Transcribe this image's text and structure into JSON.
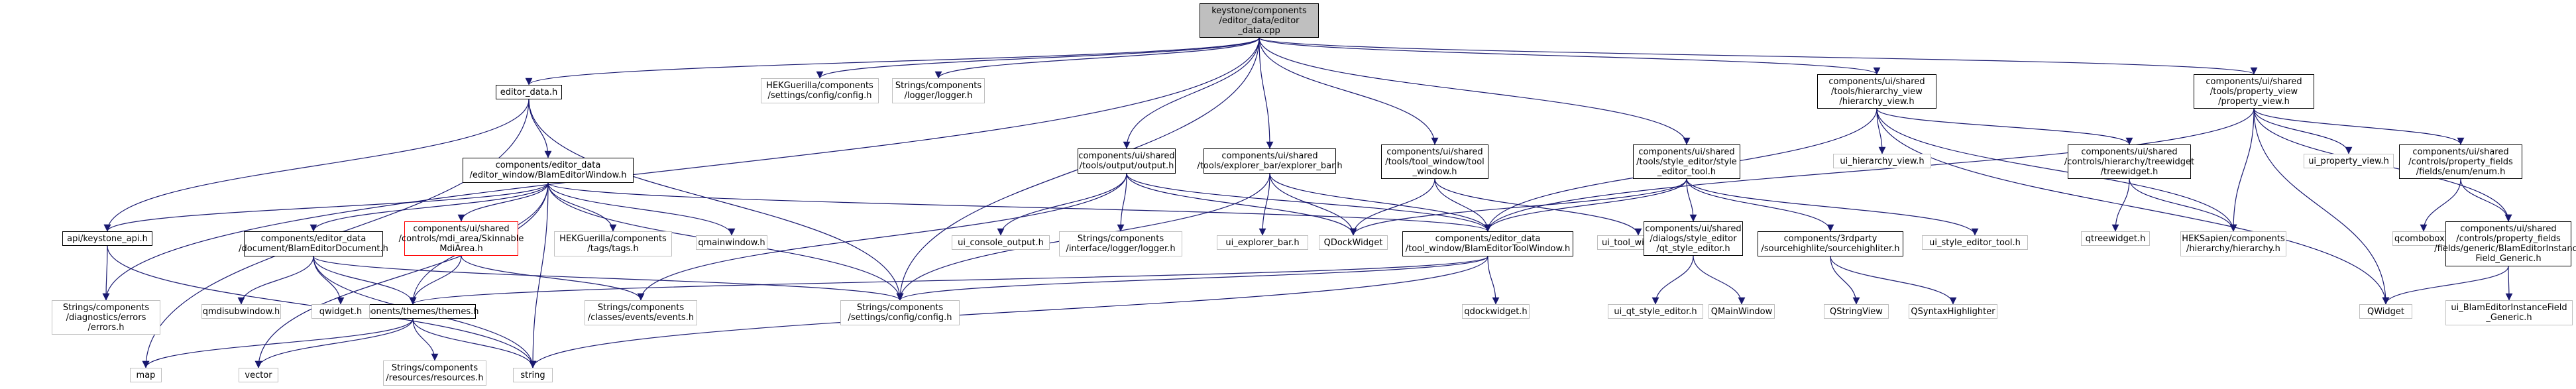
{
  "diagram": {
    "nodes": [
      {
        "id": "root",
        "style": "root",
        "lines": [
          "keystone/components",
          "/editor_data/editor",
          "_data.cpp"
        ]
      },
      {
        "id": "editor_data_h",
        "style": "normal",
        "lines": [
          "editor_data.h"
        ]
      },
      {
        "id": "hek_config",
        "style": "gray",
        "lines": [
          "HEKGuerilla/components",
          "/settings/config/config.h"
        ]
      },
      {
        "id": "str_logger",
        "style": "gray",
        "lines": [
          "Strings/components",
          "/logger/logger.h"
        ]
      },
      {
        "id": "output_h",
        "style": "normal",
        "lines": [
          "components/ui/shared",
          "/tools/output/output.h"
        ]
      },
      {
        "id": "explorer_h",
        "style": "normal",
        "lines": [
          "components/ui/shared",
          "/tools/explorer_bar/explorer_bar.h"
        ]
      },
      {
        "id": "toolwin_h",
        "style": "normal",
        "lines": [
          "components/ui/shared",
          "/tools/tool_window/tool",
          "_window.h"
        ]
      },
      {
        "id": "style_editor_h",
        "style": "normal",
        "lines": [
          "components/ui/shared",
          "/tools/style_editor/style",
          "_editor_tool.h"
        ]
      },
      {
        "id": "hierarchy_view_h",
        "style": "normal",
        "lines": [
          "components/ui/shared",
          "/tools/hierarchy_view",
          "/hierarchy_view.h"
        ]
      },
      {
        "id": "property_view_h",
        "style": "normal",
        "lines": [
          "components/ui/shared",
          "/tools/property_view",
          "/property_view.h"
        ]
      },
      {
        "id": "blam_editor_window",
        "style": "normal",
        "lines": [
          "components/editor_data",
          "/editor_window/BlamEditorWindow.h"
        ]
      },
      {
        "id": "api",
        "style": "normal",
        "lines": [
          "api/keystone_api.h"
        ]
      },
      {
        "id": "errors",
        "style": "gray",
        "lines": [
          "Strings/components",
          "/diagnostics/errors",
          "/errors.h"
        ]
      },
      {
        "id": "blam_editor_doc",
        "style": "normal",
        "lines": [
          "components/editor_data",
          "/document/BlamEditorDocument.h"
        ]
      },
      {
        "id": "mdi_area",
        "style": "red",
        "lines": [
          "components/ui/shared",
          "/controls/mdi_area/Skinnable",
          "MdiArea.h"
        ]
      },
      {
        "id": "hek_tags",
        "style": "gray",
        "lines": [
          "HEKGuerilla/components",
          "/tags/tags.h"
        ]
      },
      {
        "id": "qmainwindow",
        "style": "gray",
        "lines": [
          "qmainwindow.h"
        ]
      },
      {
        "id": "ui_console",
        "style": "gray",
        "lines": [
          "ui_console_output.h"
        ]
      },
      {
        "id": "iface_logger",
        "style": "gray",
        "lines": [
          "Strings/components",
          "/interface/logger/logger.h"
        ]
      },
      {
        "id": "ui_explorer",
        "style": "gray",
        "lines": [
          "ui_explorer_bar.h"
        ]
      },
      {
        "id": "qdockwidget",
        "style": "gray",
        "lines": [
          "QDockWidget"
        ]
      },
      {
        "id": "blam_tool_window",
        "style": "normal",
        "lines": [
          "components/editor_data",
          "/tool_window/BlamEditorToolWindow.h"
        ]
      },
      {
        "id": "ui_tool_window",
        "style": "gray",
        "lines": [
          "ui_tool_window.h"
        ]
      },
      {
        "id": "qt_style_editor",
        "style": "normal",
        "lines": [
          "components/ui/shared",
          "/dialogs/style_editor",
          "/qt_style_editor.h"
        ]
      },
      {
        "id": "sourcehighlite",
        "style": "normal",
        "lines": [
          "components/3rdparty",
          "/sourcehighlite/sourcehighliter.h"
        ]
      },
      {
        "id": "ui_style_editor",
        "style": "gray",
        "lines": [
          "ui_style_editor_tool.h"
        ]
      },
      {
        "id": "ui_hierarchy",
        "style": "gray",
        "lines": [
          "ui_hierarchy_view.h"
        ]
      },
      {
        "id": "treewidget",
        "style": "normal",
        "lines": [
          "components/ui/shared",
          "/controls/hierarchy/treewidget",
          "/treewidget.h"
        ]
      },
      {
        "id": "qtreewidget",
        "style": "gray",
        "lines": [
          "qtreewidget.h"
        ]
      },
      {
        "id": "hek_hierarchy",
        "style": "gray",
        "lines": [
          "HEKSapien/components",
          "/hierarchy/hierarchy.h"
        ]
      },
      {
        "id": "ui_property",
        "style": "gray",
        "lines": [
          "ui_property_view.h"
        ]
      },
      {
        "id": "enum_h",
        "style": "normal",
        "lines": [
          "components/ui/shared",
          "/controls/property_fields",
          "/fields/enum/enum.h"
        ]
      },
      {
        "id": "qcombobox",
        "style": "gray",
        "lines": [
          "qcombobox.h"
        ]
      },
      {
        "id": "blam_instance_field",
        "style": "normal",
        "lines": [
          "components/ui/shared",
          "/controls/property_fields",
          "/fields/generic/BlamEditorInstance",
          "Field_Generic.h"
        ]
      },
      {
        "id": "qwidget_q",
        "style": "gray",
        "lines": [
          "QWidget"
        ]
      },
      {
        "id": "ui_blam_instance",
        "style": "gray",
        "lines": [
          "ui_BlamEditorInstanceField",
          "_Generic.h"
        ]
      },
      {
        "id": "themes",
        "style": "normal",
        "lines": [
          "components/themes/themes.h"
        ]
      },
      {
        "id": "qmdisubwindow",
        "style": "gray",
        "lines": [
          "qmdisubwindow.h"
        ]
      },
      {
        "id": "qwidget_h",
        "style": "gray",
        "lines": [
          "qwidget.h"
        ]
      },
      {
        "id": "events",
        "style": "gray",
        "lines": [
          "Strings/components",
          "/classes/events/events.h"
        ]
      },
      {
        "id": "str_config",
        "style": "gray",
        "lines": [
          "Strings/components",
          "/settings/config/config.h"
        ]
      },
      {
        "id": "qdockwidget_h",
        "style": "gray",
        "lines": [
          "qdockwidget.h"
        ]
      },
      {
        "id": "ui_qt_style",
        "style": "gray",
        "lines": [
          "ui_qt_style_editor.h"
        ]
      },
      {
        "id": "qmainwindow_q",
        "style": "gray",
        "lines": [
          "QMainWindow"
        ]
      },
      {
        "id": "qstringview",
        "style": "gray",
        "lines": [
          "QStringView"
        ]
      },
      {
        "id": "qsyntax",
        "style": "gray",
        "lines": [
          "QSyntaxHighlighter"
        ]
      },
      {
        "id": "map",
        "style": "gray",
        "lines": [
          "map"
        ]
      },
      {
        "id": "vector",
        "style": "gray",
        "lines": [
          "vector"
        ]
      },
      {
        "id": "resources",
        "style": "gray",
        "lines": [
          "Strings/components",
          "/resources/resources.h"
        ]
      },
      {
        "id": "string",
        "style": "gray",
        "lines": [
          "string"
        ]
      }
    ],
    "edges": [
      [
        "root",
        "editor_data_h"
      ],
      [
        "root",
        "hek_config"
      ],
      [
        "root",
        "str_logger"
      ],
      [
        "root",
        "output_h"
      ],
      [
        "root",
        "explorer_h"
      ],
      [
        "root",
        "toolwin_h"
      ],
      [
        "root",
        "style_editor_h"
      ],
      [
        "root",
        "hierarchy_view_h"
      ],
      [
        "root",
        "property_view_h"
      ],
      [
        "root",
        "str_config"
      ],
      [
        "root",
        "errors"
      ],
      [
        "editor_data_h",
        "blam_editor_window"
      ],
      [
        "editor_data_h",
        "api"
      ],
      [
        "editor_data_h",
        "str_config"
      ],
      [
        "editor_data_h",
        "map"
      ],
      [
        "blam_editor_window",
        "api"
      ],
      [
        "blam_editor_window",
        "blam_editor_doc"
      ],
      [
        "blam_editor_window",
        "mdi_area"
      ],
      [
        "blam_editor_window",
        "hek_tags"
      ],
      [
        "blam_editor_window",
        "qmainwindow"
      ],
      [
        "blam_editor_window",
        "themes"
      ],
      [
        "blam_editor_window",
        "blam_tool_window"
      ],
      [
        "blam_editor_window",
        "str_config"
      ],
      [
        "blam_editor_window",
        "vector"
      ],
      [
        "blam_editor_window",
        "string"
      ],
      [
        "api",
        "errors"
      ],
      [
        "api",
        "string"
      ],
      [
        "blam_editor_doc",
        "qmdisubwindow"
      ],
      [
        "blam_editor_doc",
        "qwidget_h"
      ],
      [
        "blam_editor_doc",
        "themes"
      ],
      [
        "blam_editor_doc",
        "str_config"
      ],
      [
        "blam_editor_doc",
        "string"
      ],
      [
        "mdi_area",
        "events"
      ],
      [
        "mdi_area",
        "themes"
      ],
      [
        "output_h",
        "ui_console"
      ],
      [
        "output_h",
        "iface_logger"
      ],
      [
        "output_h",
        "qdockwidget"
      ],
      [
        "output_h",
        "blam_tool_window"
      ],
      [
        "output_h",
        "events"
      ],
      [
        "explorer_h",
        "ui_explorer"
      ],
      [
        "explorer_h",
        "qdockwidget"
      ],
      [
        "explorer_h",
        "blam_tool_window"
      ],
      [
        "explorer_h",
        "str_config"
      ],
      [
        "toolwin_h",
        "ui_tool_window"
      ],
      [
        "toolwin_h",
        "qdockwidget"
      ],
      [
        "toolwin_h",
        "blam_tool_window"
      ],
      [
        "style_editor_h",
        "qt_style_editor"
      ],
      [
        "style_editor_h",
        "sourcehighlite"
      ],
      [
        "style_editor_h",
        "ui_style_editor"
      ],
      [
        "style_editor_h",
        "qdockwidget"
      ],
      [
        "style_editor_h",
        "blam_tool_window"
      ],
      [
        "hierarchy_view_h",
        "ui_hierarchy"
      ],
      [
        "hierarchy_view_h",
        "treewidget"
      ],
      [
        "hierarchy_view_h",
        "blam_tool_window"
      ],
      [
        "hierarchy_view_h",
        "hek_hierarchy"
      ],
      [
        "hierarchy_view_h",
        "qwidget_q"
      ],
      [
        "treewidget",
        "qtreewidget"
      ],
      [
        "treewidget",
        "hek_hierarchy"
      ],
      [
        "property_view_h",
        "ui_property"
      ],
      [
        "property_view_h",
        "enum_h"
      ],
      [
        "property_view_h",
        "blam_instance_field"
      ],
      [
        "property_view_h",
        "hek_hierarchy"
      ],
      [
        "property_view_h",
        "qwidget_q"
      ],
      [
        "property_view_h",
        "blam_tool_window"
      ],
      [
        "enum_h",
        "qcombobox"
      ],
      [
        "enum_h",
        "blam_instance_field"
      ],
      [
        "blam_instance_field",
        "qwidget_q"
      ],
      [
        "blam_instance_field",
        "ui_blam_instance"
      ],
      [
        "blam_tool_window",
        "qdockwidget_h"
      ],
      [
        "blam_tool_window",
        "themes"
      ],
      [
        "blam_tool_window",
        "str_config"
      ],
      [
        "blam_tool_window",
        "string"
      ],
      [
        "qt_style_editor",
        "ui_qt_style"
      ],
      [
        "qt_style_editor",
        "qmainwindow_q"
      ],
      [
        "sourcehighlite",
        "qstringview"
      ],
      [
        "sourcehighlite",
        "qsyntax"
      ],
      [
        "themes",
        "map"
      ],
      [
        "themes",
        "vector"
      ],
      [
        "themes",
        "resources"
      ],
      [
        "themes",
        "string"
      ]
    ],
    "colors": {
      "edge": "#191970",
      "normal_border": "#000000",
      "gray_border": "#bfbfbf",
      "red_border": "#ff0000",
      "root_fill": "#bfbfbf"
    }
  }
}
